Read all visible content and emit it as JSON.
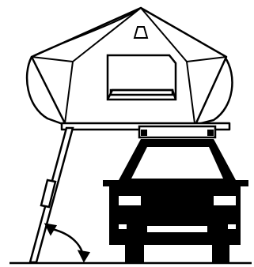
{
  "diagram": {
    "subject": "rooftop-tent-on-car",
    "parts": [
      {
        "id": "tent-roof",
        "icon": "tent-roof-icon"
      },
      {
        "id": "tent-window",
        "icon": "window-icon"
      },
      {
        "id": "tent-awning-side",
        "icon": "awning-icon"
      },
      {
        "id": "ladder",
        "icon": "ladder-icon"
      },
      {
        "id": "angle-arrow",
        "icon": "double-arrow-icon"
      },
      {
        "id": "car",
        "icon": "car-front-icon"
      },
      {
        "id": "ground-line",
        "icon": "ground-line-icon"
      }
    ],
    "colors": {
      "stroke": "#000000",
      "fill": "#ffffff",
      "shadow": "#e6e6e6"
    }
  }
}
